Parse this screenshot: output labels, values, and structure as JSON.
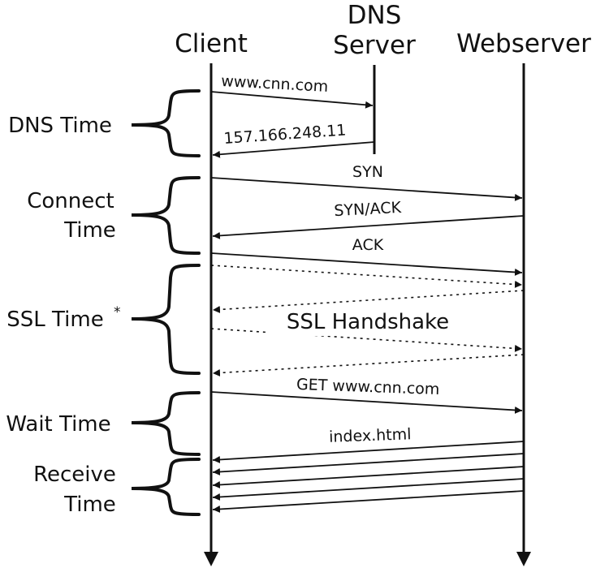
{
  "headers": {
    "client": "Client",
    "dns_line1": "DNS",
    "dns_line2": "Server",
    "webserver": "Webserver"
  },
  "phases": {
    "dns": "DNS Time",
    "connect_line1": "Connect",
    "connect_line2": "Time",
    "ssl": "SSL Time",
    "ssl_mark": "*",
    "wait": "Wait Time",
    "receive_line1": "Receive",
    "receive_line2": "Time"
  },
  "messages": {
    "dns_query": "www.cnn.com",
    "dns_reply": "157.166.248.11",
    "syn": "SYN",
    "synack": "SYN/ACK",
    "ack": "ACK",
    "ssl": "SSL Handshake",
    "get": "GET www.cnn.com",
    "index": "index.html"
  },
  "colors": {
    "line": "#111111",
    "background": "#ffffff"
  }
}
